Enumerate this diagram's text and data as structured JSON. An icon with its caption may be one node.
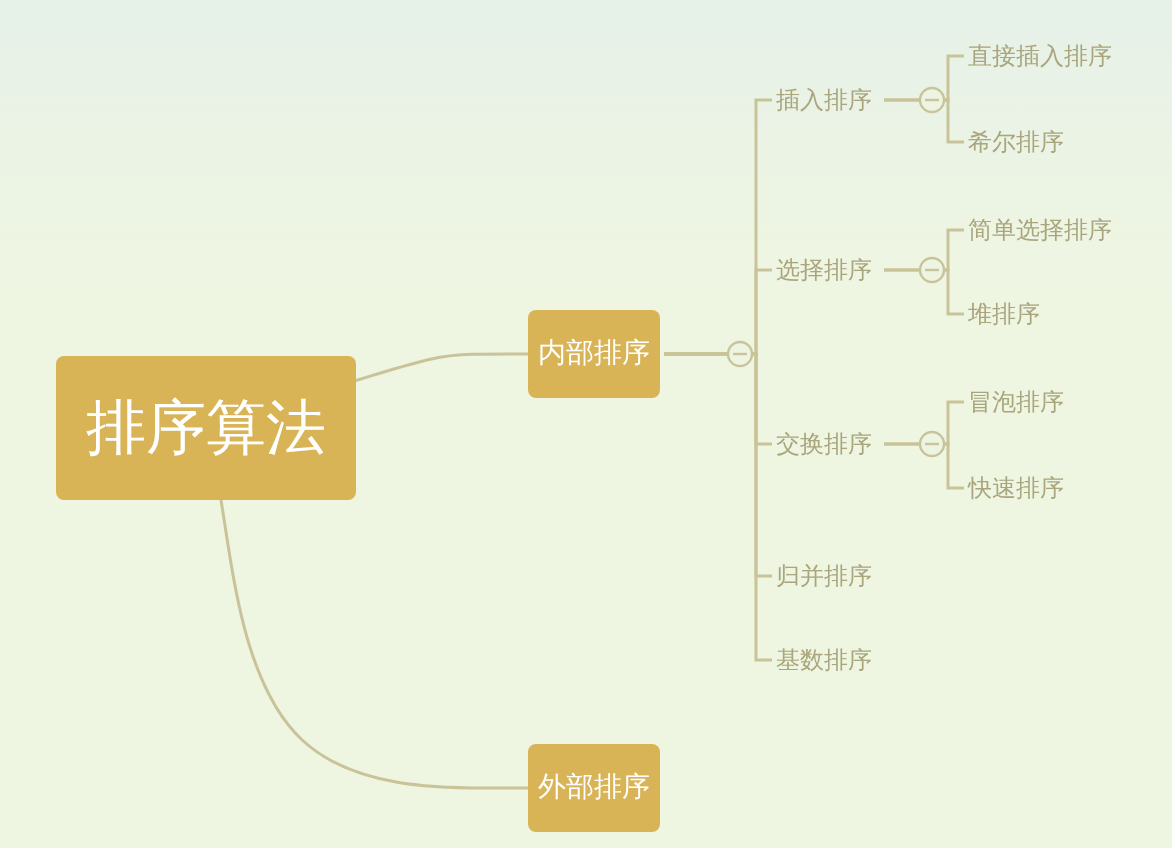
{
  "diagram": {
    "nodes": [
      {
        "text": [
          "排序算法"
        ]
      },
      {
        "text": [
          "内部排序"
        ]
      },
      {
        "text": [
          "外部排序"
        ]
      },
      {
        "text": [
          "插入排序"
        ]
      },
      {
        "text": [
          "选择排序"
        ]
      },
      {
        "text": [
          "交换排序"
        ]
      },
      {
        "text": [
          "归并排序"
        ]
      },
      {
        "text": [
          "基数排序"
        ]
      },
      {
        "text": [
          "直接插入排序"
        ]
      },
      {
        "text": [
          "希尔排序"
        ]
      },
      {
        "text": [
          "简单选择排序"
        ]
      },
      {
        "text": [
          "堆排序"
        ]
      },
      {
        "text": [
          "冒泡排序"
        ]
      },
      {
        "text": [
          "快速排序"
        ]
      }
    ],
    "edges": [
      {
        "from": 0,
        "to": 1,
        "arrow": "none"
      },
      {
        "from": 0,
        "to": 2,
        "arrow": "none"
      },
      {
        "from": 1,
        "to": 3,
        "arrow": "none"
      },
      {
        "from": 1,
        "to": 4,
        "arrow": "none"
      },
      {
        "from": 1,
        "to": 5,
        "arrow": "none"
      },
      {
        "from": 1,
        "to": 6,
        "arrow": "none"
      },
      {
        "from": 1,
        "to": 7,
        "arrow": "none"
      },
      {
        "from": 3,
        "to": 8,
        "arrow": "none"
      },
      {
        "from": 3,
        "to": 9,
        "arrow": "none"
      },
      {
        "from": 4,
        "to": 10,
        "arrow": "none"
      },
      {
        "from": 4,
        "to": 11,
        "arrow": "none"
      },
      {
        "from": 5,
        "to": 12,
        "arrow": "none"
      },
      {
        "from": 5,
        "to": 13,
        "arrow": "none"
      }
    ]
  }
}
